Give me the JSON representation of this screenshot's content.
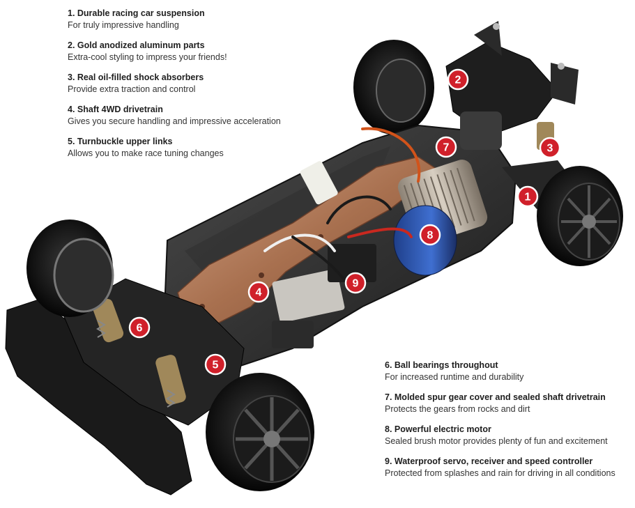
{
  "features_left": [
    {
      "title": "1. Durable racing car suspension",
      "desc": "For truly impressive handling"
    },
    {
      "title": "2. Gold anodized aluminum parts",
      "desc": "Extra-cool styling to impress your friends!"
    },
    {
      "title": "3. Real oil-filled shock absorbers",
      "desc": "Provide extra traction and control"
    },
    {
      "title": "4. Shaft 4WD drivetrain",
      "desc": "Gives you secure handling and impressive acceleration"
    },
    {
      "title": "5. Turnbuckle upper links",
      "desc": "Allows you to make race tuning changes"
    }
  ],
  "features_right": [
    {
      "title": "6. Ball bearings throughout",
      "desc": "For increased runtime and durability"
    },
    {
      "title": "7. Molded spur gear cover and sealed shaft drivetrain",
      "desc": "Protects the gears from rocks and dirt"
    },
    {
      "title": "8. Powerful electric motor",
      "desc": "Sealed brush motor provides plenty of fun and excitement"
    },
    {
      "title": "9. Waterproof servo, receiver and speed controller",
      "desc": "Protected from splashes and rain for driving in all conditions"
    }
  ],
  "markers": [
    "1",
    "2",
    "3",
    "4",
    "5",
    "6",
    "7",
    "8",
    "9"
  ],
  "colors": {
    "marker": "#d0202a",
    "chassis": "#2a2a2a",
    "plate": "#b07a5c",
    "tire": "#111111"
  }
}
